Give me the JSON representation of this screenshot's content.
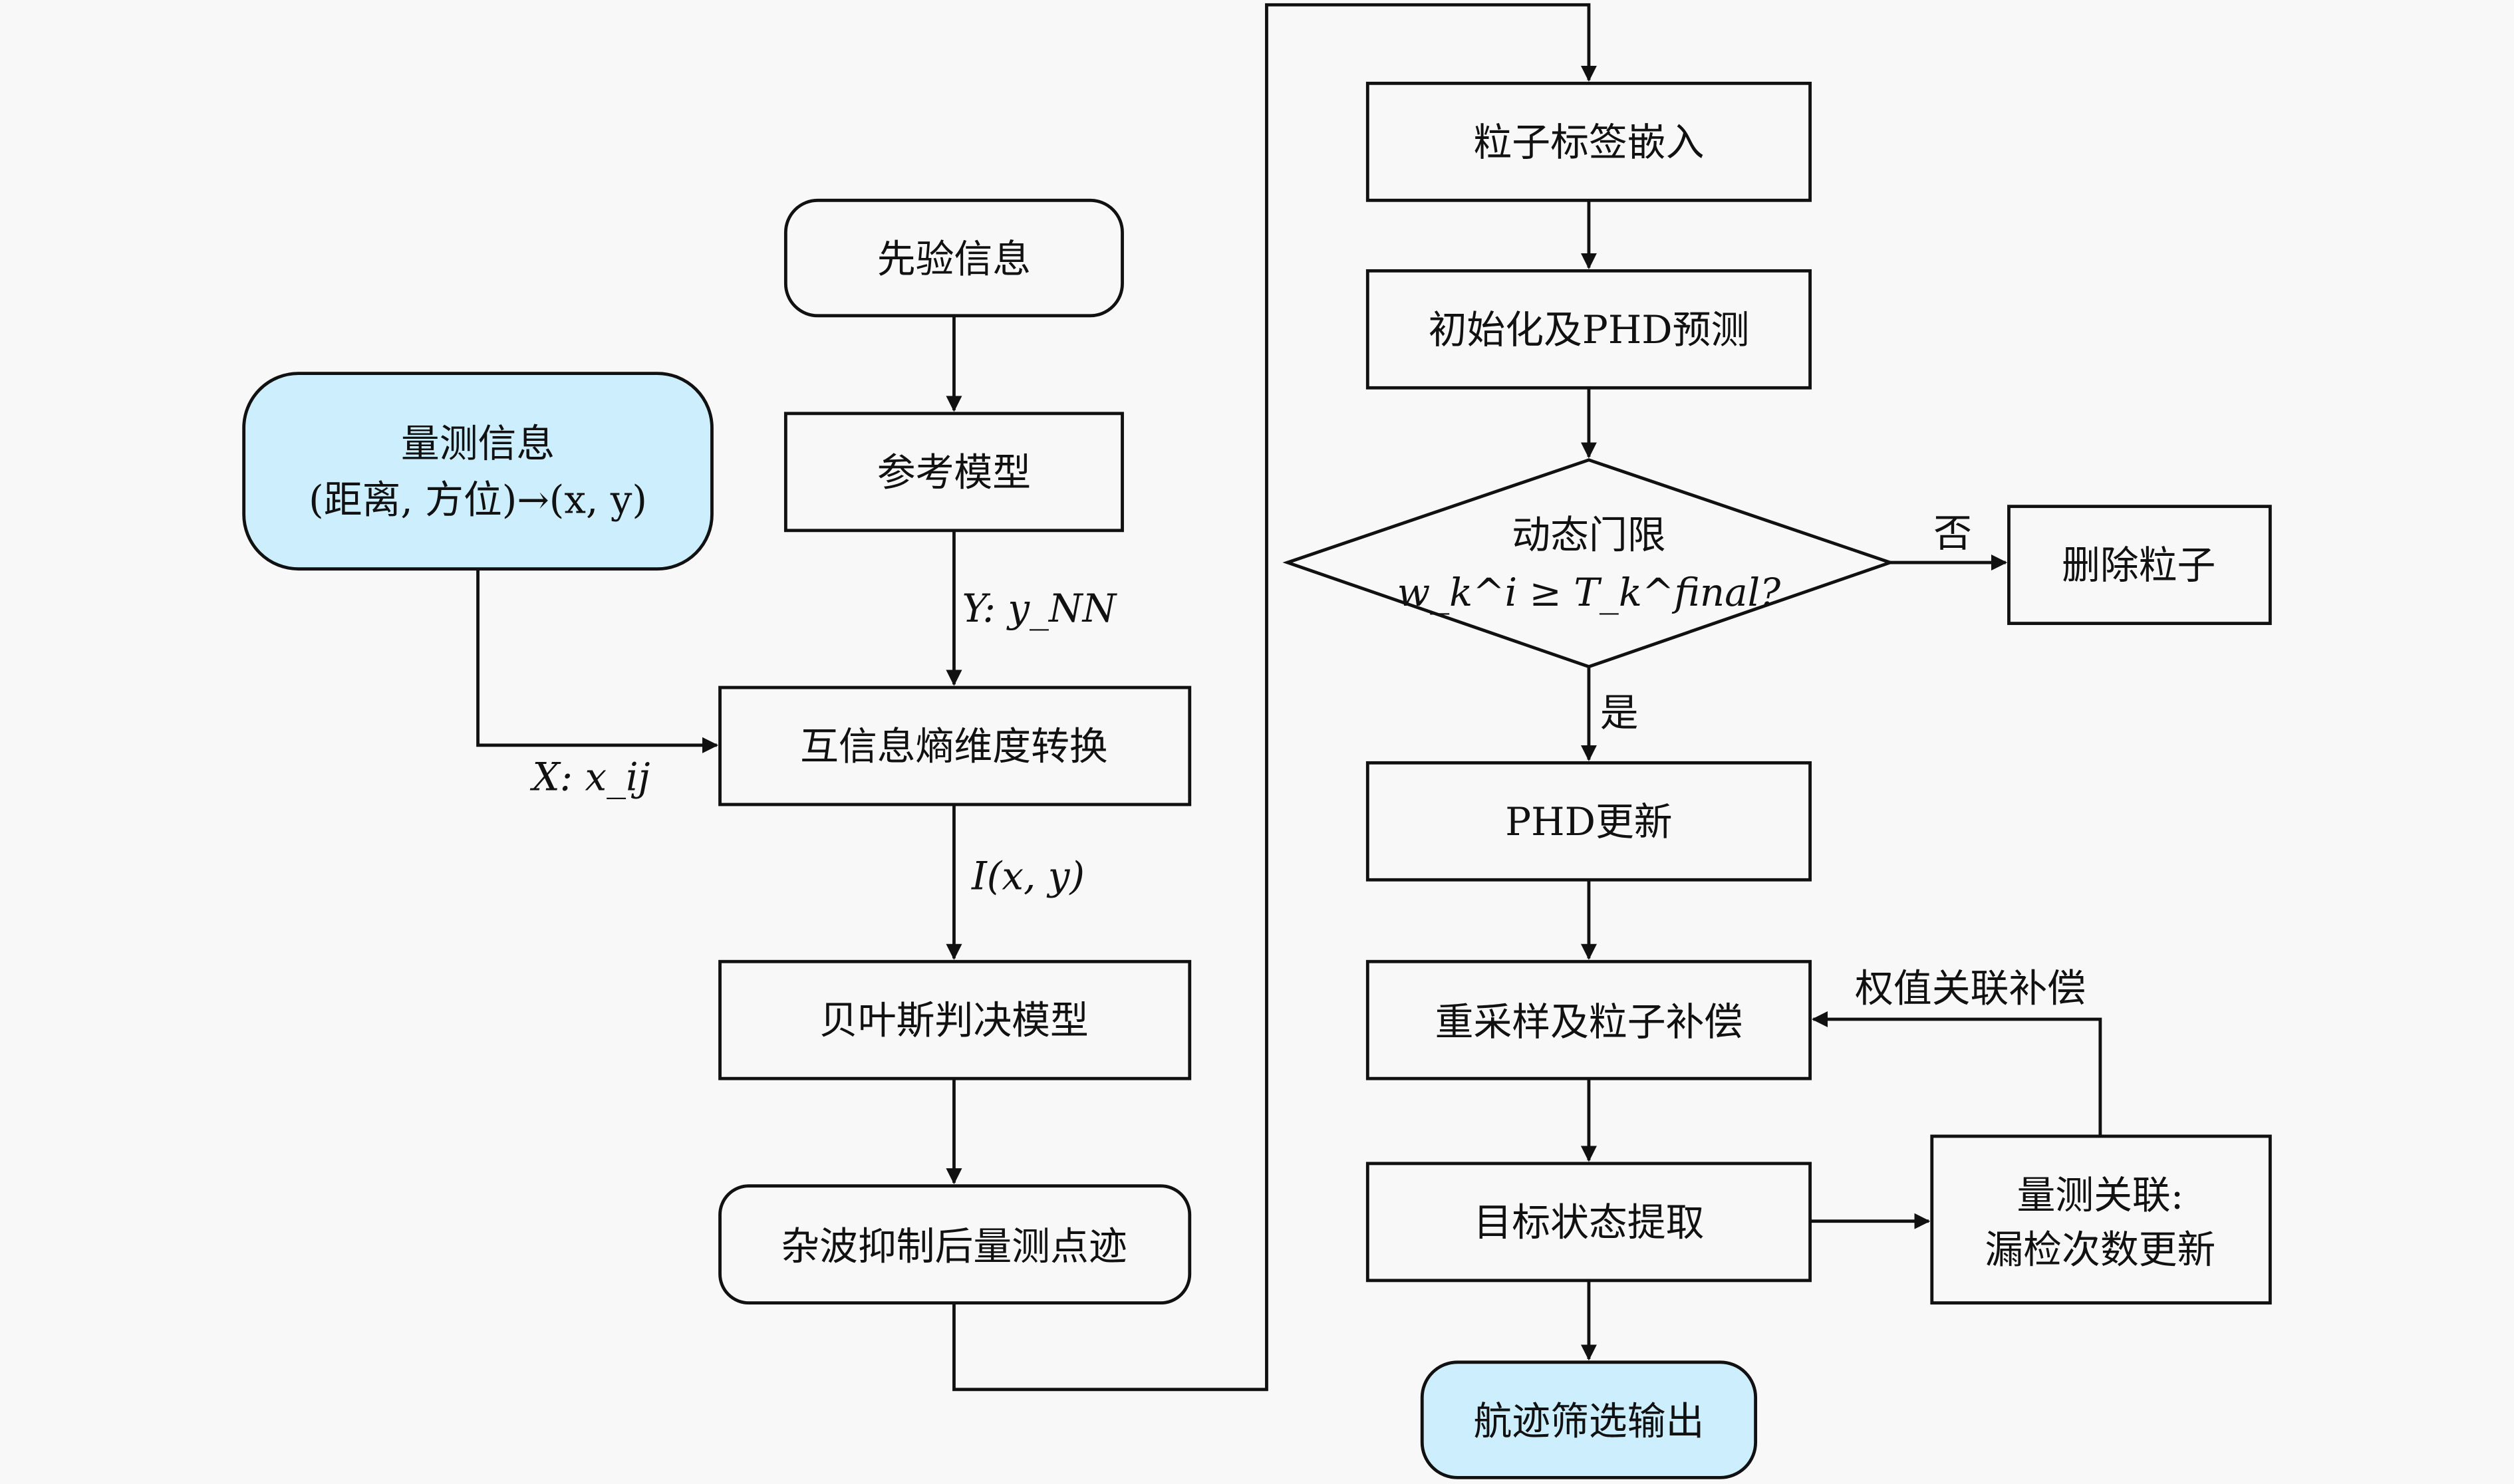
{
  "nodes": {
    "prior": "先验信息",
    "measure_l1": "量测信息",
    "measure_l2": "(距离, 方位)→(x, y)",
    "ref": "参考模型",
    "mi": "互信息熵维度转换",
    "bayes": "贝叶斯判决模型",
    "clutter": "杂波抑制后量测点迹",
    "embed": "粒子标签嵌入",
    "init": "初始化及PHD预测",
    "gate_l1": "动态门限",
    "gate_l2": "w_k^i ≥ T_k^final?",
    "delete": "删除粒子",
    "update": "PHD更新",
    "resample": "重采样及粒子补偿",
    "extract": "目标状态提取",
    "assoc_l1": "量测关联:",
    "assoc_l2": "漏检次数更新",
    "output": "航迹筛选输出"
  },
  "edges": {
    "y_label": "Y: y_NN",
    "x_label": "X: x_ij",
    "i_label": "I(x, y)",
    "no": "否",
    "yes": "是",
    "feedback": "权值关联补偿"
  }
}
